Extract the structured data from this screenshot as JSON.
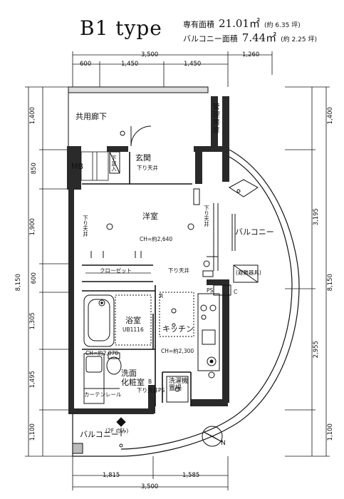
{
  "header": {
    "type_label": "B1 type",
    "floor_area_label": "専有面積",
    "floor_area_value": "21.01㎡",
    "floor_area_tsubo": "(約 6.35 坪)",
    "balcony_area_label": "バルコニー面積",
    "balcony_area_value": "7.44㎡",
    "balcony_area_tsubo": "(約 2.25 坪)"
  },
  "dimensions": {
    "top_total": "3,500",
    "top_right": "1,260",
    "top_parts": [
      "600",
      "1,450",
      "1,450"
    ],
    "bottom_parts": [
      "1,815",
      "1,585"
    ],
    "bottom_total": "3,500",
    "left_parts": [
      "1,400",
      "850",
      "1,900",
      "600",
      "1,305",
      "1,495",
      "1,100"
    ],
    "left_total": "8,150",
    "right_parts": [
      "1,400",
      "3,195",
      "2,955",
      "1,100"
    ],
    "right_total": "8,150"
  },
  "rooms": {
    "corridor": "共用廊下",
    "mgmt_door": "管理用扉",
    "mb": "MB",
    "entrance": "玄関",
    "shoe_box": "下足入",
    "western_room": "洋室",
    "western_ch": "CH=約2,640",
    "closet": "クローゼット",
    "bathroom": "浴室",
    "bath_ub": "UB1116",
    "kitchen": "キッチン",
    "washroom": "洗面\n化粧室",
    "washer": "洗濯機\n置場",
    "balcony_right": "バルコニー",
    "balcony_bottom": "バルコニー",
    "evac_hatch": "(避難器具)",
    "ch_wash": "CH=約2,070",
    "ch_kitchen": "CH=約2,300",
    "curtain_rail": "カーテンレール",
    "ps1": "PS",
    "ps2": "PS",
    "r_mark": "R",
    "c_mark": "C",
    "b_mark": "B",
    "drop_ceiling": [
      "下り天井",
      "下り天井",
      "下り天井",
      "下り天井",
      "下り天井"
    ],
    "floor_2f": "(2F のみ)"
  },
  "compass": {
    "north_label": "N"
  }
}
